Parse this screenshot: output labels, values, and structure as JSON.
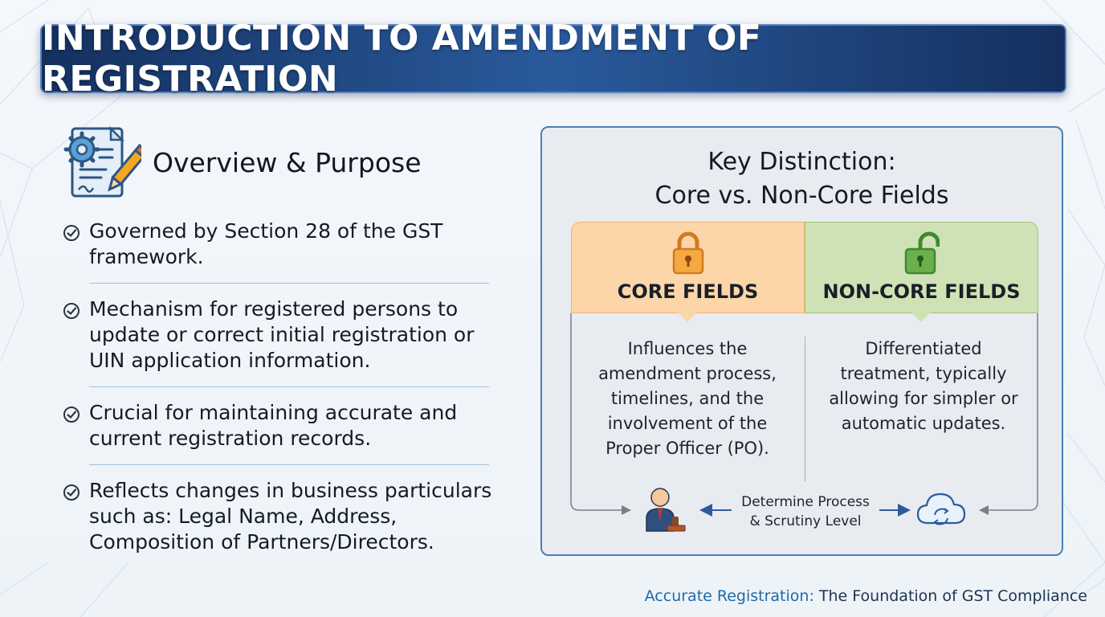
{
  "title": "INTRODUCTION TO AMENDMENT OF REGISTRATION",
  "overview": {
    "heading": "Overview & Purpose",
    "icon": "document-gear-pencil-icon",
    "bullets": [
      "Governed by Section 28 of the GST framework.",
      "Mechanism for registered persons to update or correct initial registration or UIN application information.",
      "Crucial for maintaining accurate and current registration records.",
      "Reflects changes in business particulars such as: Legal Name, Address, Composition of Partners/Directors."
    ]
  },
  "distinction": {
    "title_line1": "Key Distinction:",
    "title_line2": "Core vs. Non-Core Fields",
    "core": {
      "label": "CORE FIELDS",
      "icon": "locked-padlock-icon",
      "color": "#fcd6a8",
      "description": "Influences the amendment process, timelines, and the involvement of the Proper Officer (PO)."
    },
    "noncore": {
      "label": "NON-CORE FIELDS",
      "icon": "unlocked-padlock-icon",
      "color": "#cfe2b5",
      "description": "Differentiated treatment, typically allowing for simpler or automatic updates."
    },
    "process_line1": "Determine Process",
    "process_line2": "& Scrutiny Level",
    "left_icon": "officer-stamp-icon",
    "right_icon": "cloud-sync-icon"
  },
  "footer": {
    "part1": "Accurate Registration:",
    "part2": " The Foundation of GST Compliance"
  }
}
